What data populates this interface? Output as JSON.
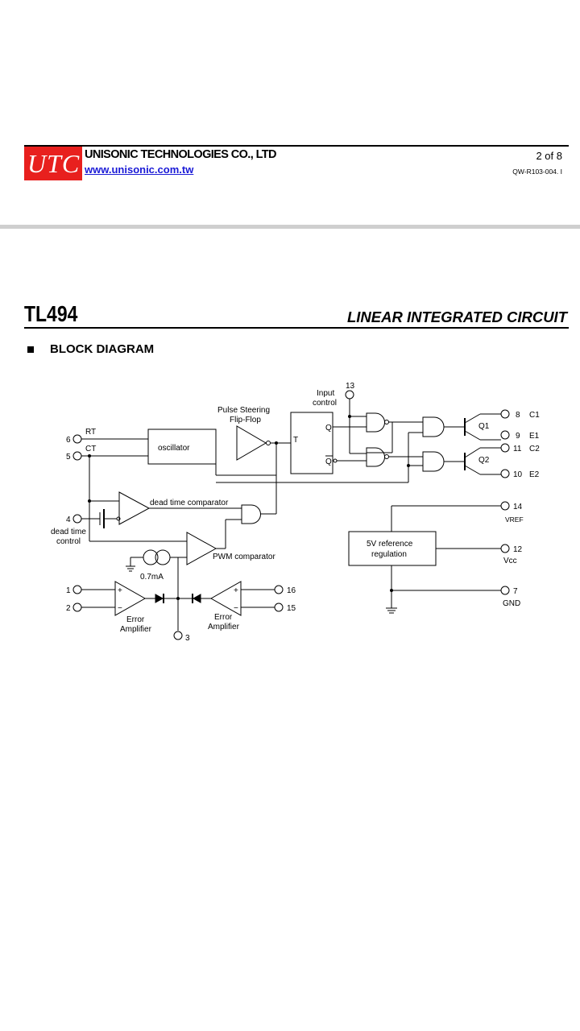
{
  "header": {
    "logo_text": "UTC",
    "company": "UNISONIC TECHNOLOGIES CO., LTD",
    "website": "www.unisonic.com.tw",
    "page": "2 of 8",
    "doc_no": "QW-R103-004. I"
  },
  "title": {
    "part": "TL494",
    "category": "LINEAR INTEGRATED CIRCUIT"
  },
  "section": {
    "heading": "BLOCK DIAGRAM"
  },
  "diagram": {
    "pins": {
      "p1": "1",
      "p2": "2",
      "p3": "3",
      "p4": "4",
      "p5": "5",
      "p6": "6",
      "p7": "7",
      "p8": "8",
      "p9": "9",
      "p10": "10",
      "p11": "11",
      "p12": "12",
      "p13": "13",
      "p14": "14",
      "p15": "15",
      "p16": "16"
    },
    "labels": {
      "rt": "RT",
      "ct": "CT",
      "oscillator": "oscillator",
      "pulse_steering_1": "Pulse Steering",
      "pulse_steering_2": "Flip-Flop",
      "input_control_1": "Input",
      "input_control_2": "control",
      "ff_t": "T",
      "ff_q": "Q",
      "ff_qbar": "Q",
      "q1": "Q1",
      "q2": "Q2",
      "c1": "C1",
      "e1": "E1",
      "c2": "C2",
      "e2": "E2",
      "dead_time_comparator": "dead time comparator",
      "dead_time_control_1": "dead time",
      "dead_time_control_2": "control",
      "current_source": "0.7mA",
      "pwm_comparator": "PWM comparator",
      "error_amp_1": "Error",
      "error_amp_2": "Amplifier",
      "vref": "VREF",
      "ref_1": "5V reference",
      "ref_2": "regulation",
      "vcc": "Vcc",
      "gnd": "GND",
      "plus": "+",
      "minus": "−"
    }
  }
}
